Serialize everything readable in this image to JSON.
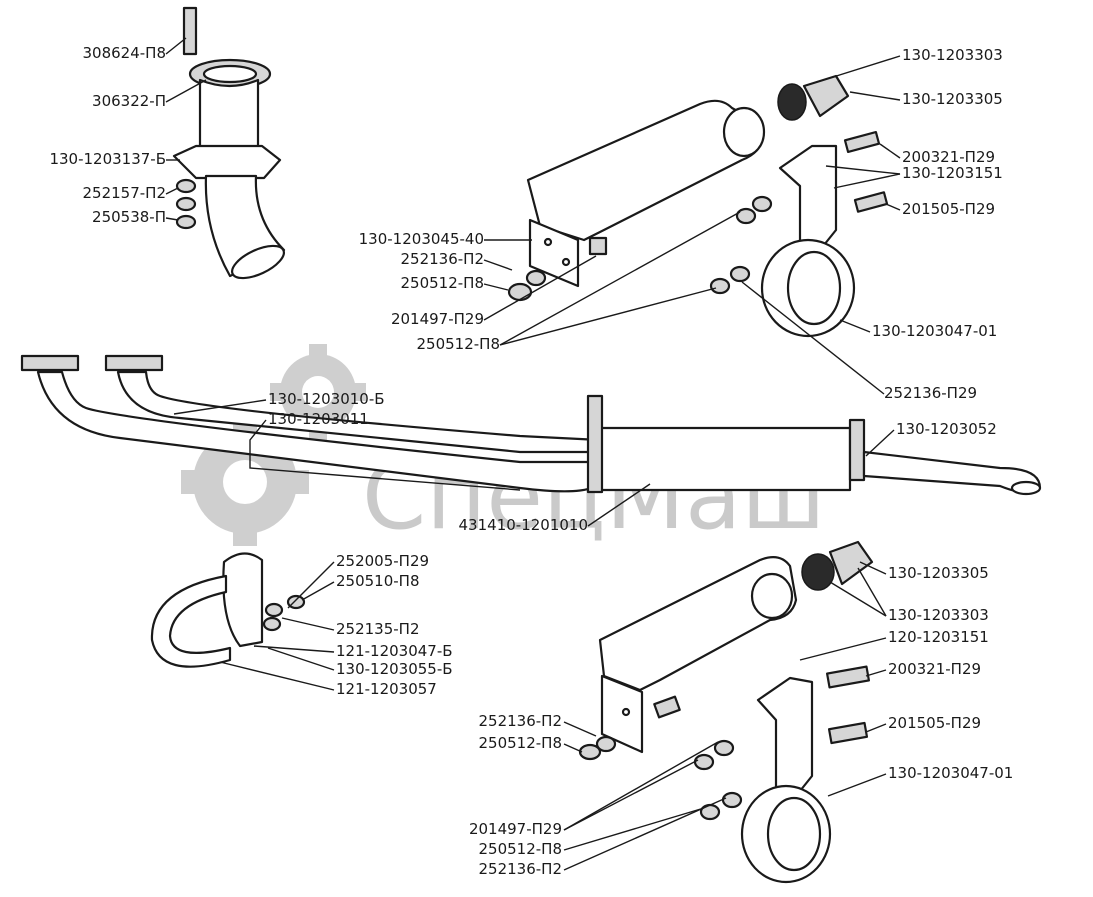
{
  "watermark": {
    "text": "СпецМаш",
    "color": "#b9b9b9"
  },
  "labels": {
    "stud": "308624-П8",
    "gasket": "306322-П",
    "intake_pipe": "130-1203137-Б",
    "washer_top": "252157-П2",
    "nut_top": "250538-П",
    "bracket_left_top": "130-1203045-40",
    "washer_a": "252136-П2",
    "nut_a": "250512-П8",
    "bolt_a": "201497-П29",
    "nut_b": "250512-П8",
    "cushion_top_1": "130-1203303",
    "cushion_top_2": "130-1203305",
    "bolt_b": "200321-П29",
    "strap_top": "130-1203151",
    "bolt_c": "201505-П29",
    "clamp_top": "130-1203047-01",
    "washer_b": "252136-П29",
    "pipe_1": "130-1203010-Б",
    "pipe_2": "130-1203011",
    "tail_pipe": "130-1203052",
    "muffler": "431410-1201010",
    "bolt_d": "252005-П29",
    "nut_d": "250510-П8",
    "washer_d": "252135-П2",
    "clamp_left": "121-1203047-Б",
    "bracket_left": "130-1203055-Б",
    "u_bolt": "121-1203057",
    "cushion_bot_1": "130-1203305",
    "cushion_bot_2": "130-1203303",
    "strap_bot": "120-1203151",
    "bolt_e": "200321-П29",
    "washer_e": "252136-П2",
    "nut_e": "250512-П8",
    "bolt_f": "201505-П29",
    "clamp_bot": "130-1203047-01",
    "bolt_g": "201497-П29",
    "nut_g": "250512-П8",
    "washer_g": "252136-П2"
  }
}
